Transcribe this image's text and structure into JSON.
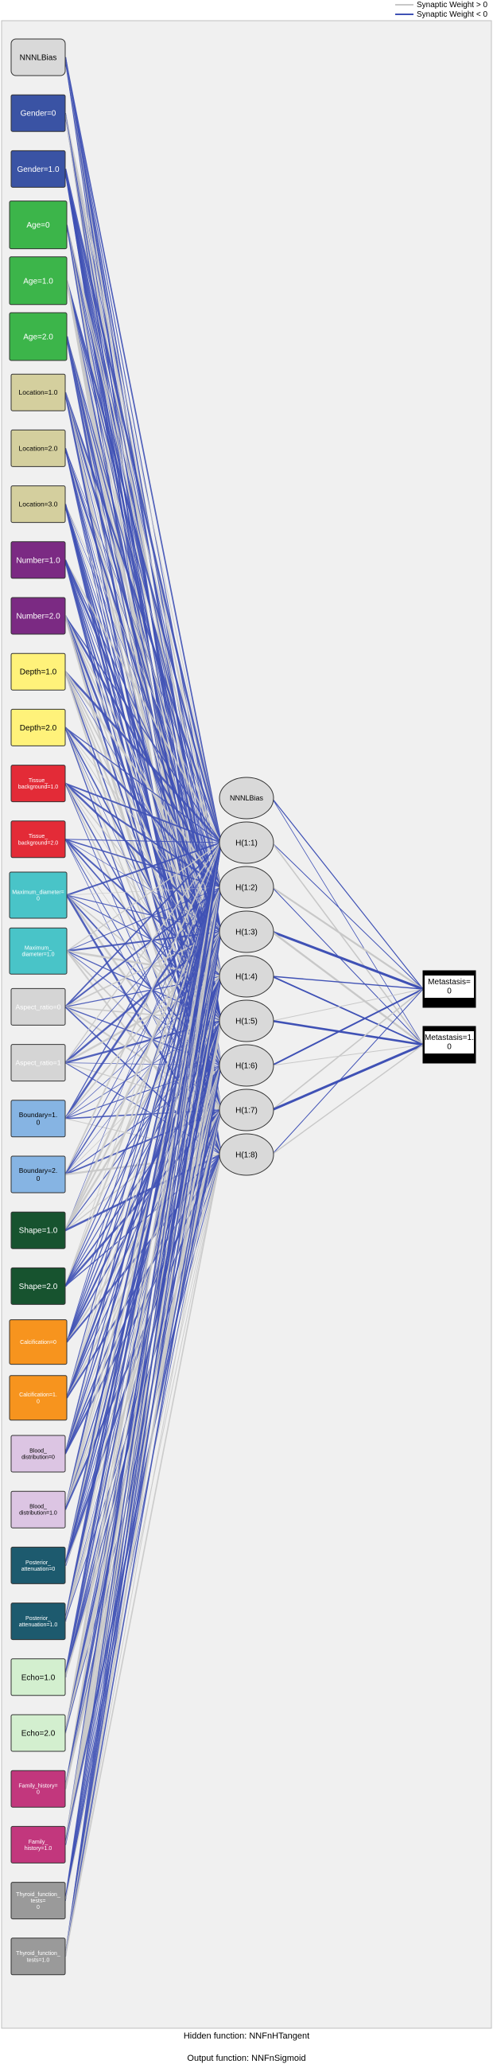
{
  "legend": {
    "positive": "Synaptic Weight > 0",
    "negative": "Synaptic Weight < 0"
  },
  "colors": {
    "positive_line": "#c8c8c8",
    "negative_line": "#3f51b5",
    "panel_bg": "#f0f0f0"
  },
  "input_layer": [
    {
      "label": "NNNLBias",
      "color": "#d9d9d9",
      "text": "#000"
    },
    {
      "label": "Gender=0",
      "color": "#3a53a4",
      "text": "#fff"
    },
    {
      "label": "Gender=1.0",
      "color": "#3a53a4",
      "text": "#fff"
    },
    {
      "label": "Age=0",
      "color": "#3cb54a",
      "text": "#fff"
    },
    {
      "label": "Age=1.0",
      "color": "#3cb54a",
      "text": "#fff"
    },
    {
      "label": "Age=2.0",
      "color": "#3cb54a",
      "text": "#fff"
    },
    {
      "label": "Location=1.0",
      "color": "#d4cf9e",
      "text": "#000"
    },
    {
      "label": "Location=2.0",
      "color": "#d4cf9e",
      "text": "#000"
    },
    {
      "label": "Location=3.0",
      "color": "#d4cf9e",
      "text": "#000"
    },
    {
      "label": "Number=1.0",
      "color": "#7b2a83",
      "text": "#fff"
    },
    {
      "label": "Number=2.0",
      "color": "#7b2a83",
      "text": "#fff"
    },
    {
      "label": "Depth=1.0",
      "color": "#fff27a",
      "text": "#000"
    },
    {
      "label": "Depth=2.0",
      "color": "#fff27a",
      "text": "#000"
    },
    {
      "label": "Tissue_ background=1.0",
      "color": "#e32b37",
      "text": "#fff"
    },
    {
      "label": "Tissue_ background=2.0",
      "color": "#e32b37",
      "text": "#fff"
    },
    {
      "label": "Maximum_diameter= 0",
      "color": "#49c4c8",
      "text": "#fff"
    },
    {
      "label": "Maximum_ diameter=1.0",
      "color": "#49c4c8",
      "text": "#fff"
    },
    {
      "label": "Aspect_ratio=0",
      "color": "#d5d5d5",
      "text": "#fff"
    },
    {
      "label": "Aspect_ratio=1",
      "color": "#d5d5d5",
      "text": "#fff"
    },
    {
      "label": "Boundary=1. 0",
      "color": "#86b4e3",
      "text": "#000"
    },
    {
      "label": "Boundary=2. 0",
      "color": "#86b4e3",
      "text": "#000"
    },
    {
      "label": "Shape=1.0",
      "color": "#17532f",
      "text": "#fff"
    },
    {
      "label": "Shape=2.0",
      "color": "#17532f",
      "text": "#fff"
    },
    {
      "label": "Calcification=0",
      "color": "#f7941e",
      "text": "#fff"
    },
    {
      "label": "Calcification=1. 0",
      "color": "#f7941e",
      "text": "#fff"
    },
    {
      "label": "Blood_ distribution=0",
      "color": "#dcc5e3",
      "text": "#000"
    },
    {
      "label": "Blood_ distribution=1.0",
      "color": "#dcc5e3",
      "text": "#000"
    },
    {
      "label": "Posterior_ attenuation=0",
      "color": "#1d5a6e",
      "text": "#fff"
    },
    {
      "label": "Posterior_ attenuation=1.0",
      "color": "#1d5a6e",
      "text": "#fff"
    },
    {
      "label": "Echo=1.0",
      "color": "#d3efcf",
      "text": "#000"
    },
    {
      "label": "Echo=2.0",
      "color": "#d3efcf",
      "text": "#000"
    },
    {
      "label": "Family_history= 0",
      "color": "#c2377d",
      "text": "#fff"
    },
    {
      "label": "Family_ history=1.0",
      "color": "#c2377d",
      "text": "#fff"
    },
    {
      "label": "Thyroid_function_ tests= 0",
      "color": "#9a9a9a",
      "text": "#fff"
    },
    {
      "label": "Thyroid_function_ tests=1.0",
      "color": "#9a9a9a",
      "text": "#fff"
    }
  ],
  "hidden_layer": [
    {
      "label": "NNNLBias"
    },
    {
      "label": "H(1:1)"
    },
    {
      "label": "H(1:2)"
    },
    {
      "label": "H(1:3)"
    },
    {
      "label": "H(1:4)"
    },
    {
      "label": "H(1:5)"
    },
    {
      "label": "H(1:6)"
    },
    {
      "label": "H(1:7)"
    },
    {
      "label": "H(1:8)"
    }
  ],
  "output_layer": [
    {
      "label": "Metastasis= 0"
    },
    {
      "label": "Metastasis=1. 0"
    }
  ],
  "footer": {
    "hidden_function": "Hidden function: NNFnHTangent",
    "output_function": "Output function: NNFnSigmoid"
  }
}
